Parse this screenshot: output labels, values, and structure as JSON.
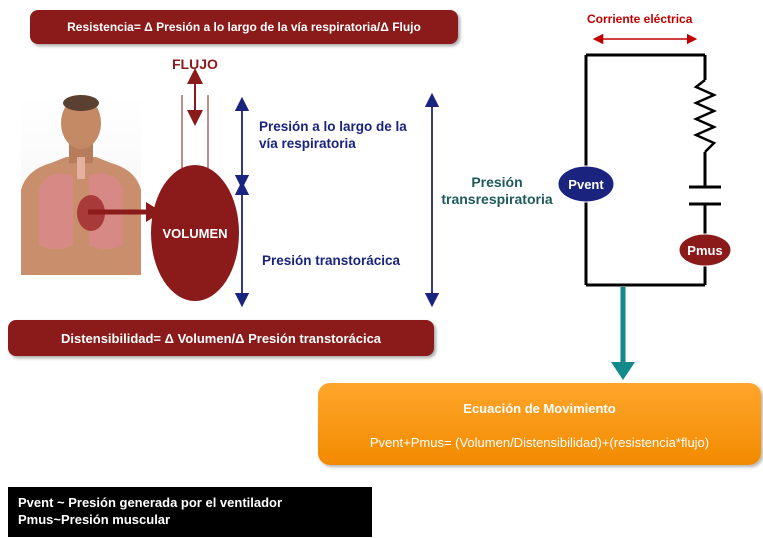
{
  "resistance_banner": "Resistencia= Δ Presión a lo largo de la vía respiratoria/Δ Flujo",
  "compliance_banner": "Distensibilidad= Δ Volumen/Δ Presión transtorácica",
  "flow_label": "FLUJO",
  "volume_label": "VOLUMEN",
  "airway_pressure_label": "Presión a lo largo de la vía respiratoria",
  "transthoracic_pressure_label": "Presión transtorácica",
  "transrespiratory_pressure_label": "Presión transrespiratoria",
  "current_label": "Corriente eléctrica",
  "circuit": {
    "pvent_label": "Pvent",
    "pmus_label": "Pmus"
  },
  "equation": {
    "title": "Ecuación de Movimiento",
    "formula": "Pvent+Pmus= (Volumen/Distensibilidad)+(resistencia*flujo)"
  },
  "legend": {
    "line1": "Pvent ~ Presión generada por el ventilador",
    "line2": "Pmus~Presión muscular"
  },
  "colors": {
    "banner": "#8b1a1a",
    "volume_ellipse": "#8b1a1a",
    "pvent_node": "#1a237e",
    "pmus_node": "#8b1a1a",
    "arrow_blue": "#1a237e",
    "arrow_teal": "#138a8a",
    "equation_box": "#f7931e"
  },
  "icons": [
    "human-chest-figure",
    "resistor-symbol",
    "capacitor-symbol"
  ]
}
